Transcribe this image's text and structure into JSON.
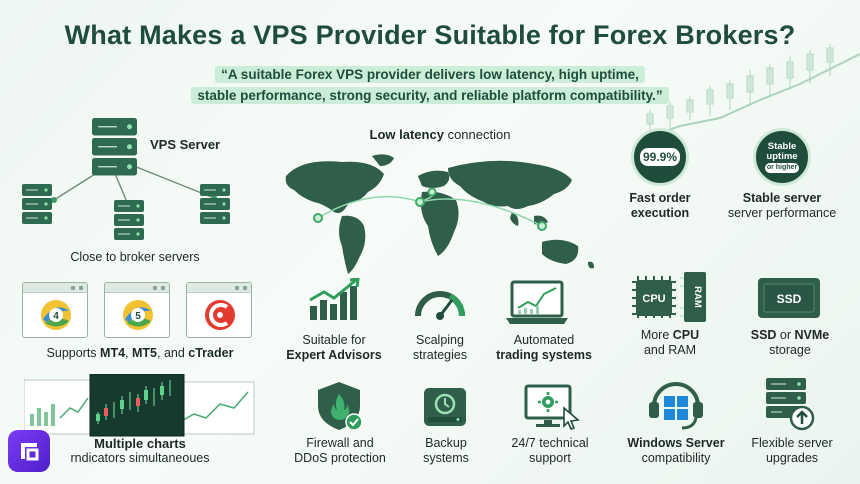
{
  "header": {
    "title": "What Makes a VPS Provider Suitable for Forex Brokers?",
    "quote_line1": "“A suitable Forex VPS provider delivers low latency, high uptime,",
    "quote_line2": "stable performance, strong security, and reliable platform compatibility.”"
  },
  "vps": {
    "server_label": "VPS Server",
    "caption": "Close to broker servers"
  },
  "platforms": {
    "prefix": "Supports ",
    "mt4": "MT4",
    "sep1": ", ",
    "mt5": "MT5",
    "sep2": ", and ",
    "ctrader": "cTrader",
    "mt4_badge": "4",
    "mt5_badge": "5"
  },
  "charts": {
    "line1": "Multiple charts",
    "line2": "rndicators simultaneoues"
  },
  "map": {
    "title_bold": "Low latency",
    "title_rest": " connection"
  },
  "features_mid": [
    {
      "line1": "Suitable for",
      "line2": "Expert Advisors",
      "bold_line": 2
    },
    {
      "line1": "Scalping",
      "line2": "strategies",
      "bold_line": 0
    },
    {
      "line1": "Automated",
      "line2": "trading systems",
      "bold_line": 2
    }
  ],
  "security": [
    {
      "line1": "Firewall and",
      "line2": "DDoS protection"
    },
    {
      "line1": "Backup",
      "line2": "systems"
    },
    {
      "line1": "24/7 technical",
      "line2": "support"
    }
  ],
  "right_top": {
    "badge1": "99.9%",
    "badge1_l1": "Fast order",
    "badge1_l2": "execution",
    "badge2_t1": "Stable",
    "badge2_t2": "uptime",
    "badge2_t3": "or higher",
    "badge2_l1": "Stable server",
    "badge2_l2": "server performance"
  },
  "hardware": {
    "cpu": "CPU",
    "ram": "RAM",
    "ssd": "SSD",
    "cpu_l1_pre": "More ",
    "cpu_l1_bold": "CPU",
    "cpu_l2": "and RAM",
    "ssd_l1_bold": "SSD",
    "ssd_l1_mid": " or ",
    "ssd_l1_bold2": "NVMe",
    "ssd_l2": "storage"
  },
  "os": {
    "win_l1": "Windows Server",
    "win_l2": "compatibility",
    "up_l1": "Flexible server",
    "up_l2": "upgrades"
  },
  "colors": {
    "primary": "#1f4d3c",
    "accent": "#2f9e5c",
    "light": "#cfe9d8",
    "brand_logo": "#6a2ee8"
  }
}
